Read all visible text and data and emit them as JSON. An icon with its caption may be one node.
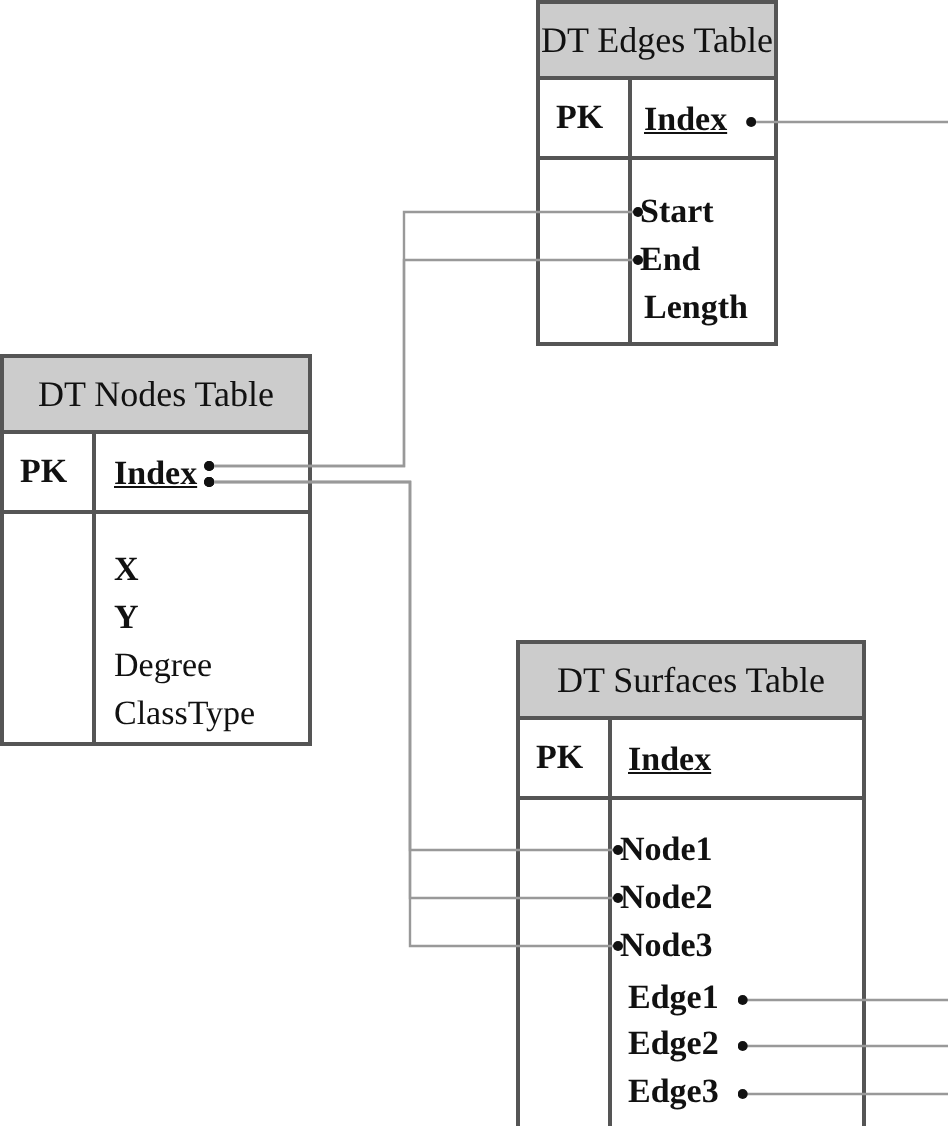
{
  "diagram": {
    "nodes": [
      {
        "text": [
          "DT Edges Table",
          "PK"
        ]
      },
      {
        "text": [
          "Index"
        ],
        "in": 0
      },
      {
        "text": [
          "Start"
        ],
        "in": 0
      },
      {
        "text": [
          "End"
        ],
        "in": 0
      },
      {
        "text": [
          "Length"
        ],
        "in": 0
      },
      {
        "text": [
          "DT Nodes Table",
          "PK"
        ]
      },
      {
        "text": [
          "Index"
        ],
        "in": 5
      },
      {
        "text": [
          "X"
        ],
        "in": 5
      },
      {
        "text": [
          "Y"
        ],
        "in": 5
      },
      {
        "text": [
          "Degree"
        ],
        "in": 5
      },
      {
        "text": [
          "ClassType"
        ],
        "in": 5
      },
      {
        "text": [
          "DT Surfaces Table",
          "PK"
        ]
      },
      {
        "text": [
          "Index"
        ],
        "in": 11
      },
      {
        "text": [
          "Node1"
        ],
        "in": 11
      },
      {
        "text": [
          "Node2"
        ],
        "in": 11
      },
      {
        "text": [
          "Node3"
        ],
        "in": 11
      },
      {
        "text": [
          "Edge1"
        ],
        "in": 11
      },
      {
        "text": [
          "Edge2"
        ],
        "in": 11
      },
      {
        "text": [
          "Edge3"
        ],
        "in": 11
      }
    ],
    "edges": [
      {
        "from": 1,
        "to": null,
        "arrow": "other"
      },
      {
        "from": 6,
        "to": 2,
        "arrow": "other"
      },
      {
        "from": 6,
        "to": 3,
        "arrow": "other"
      },
      {
        "from": 6,
        "to": 13,
        "arrow": "other"
      },
      {
        "from": 6,
        "to": 14,
        "arrow": "other"
      },
      {
        "from": 6,
        "to": 15,
        "arrow": "other"
      },
      {
        "from": 16,
        "to": null,
        "arrow": "other"
      },
      {
        "from": 17,
        "to": null,
        "arrow": "other"
      },
      {
        "from": 18,
        "to": null,
        "arrow": "other"
      }
    ]
  }
}
